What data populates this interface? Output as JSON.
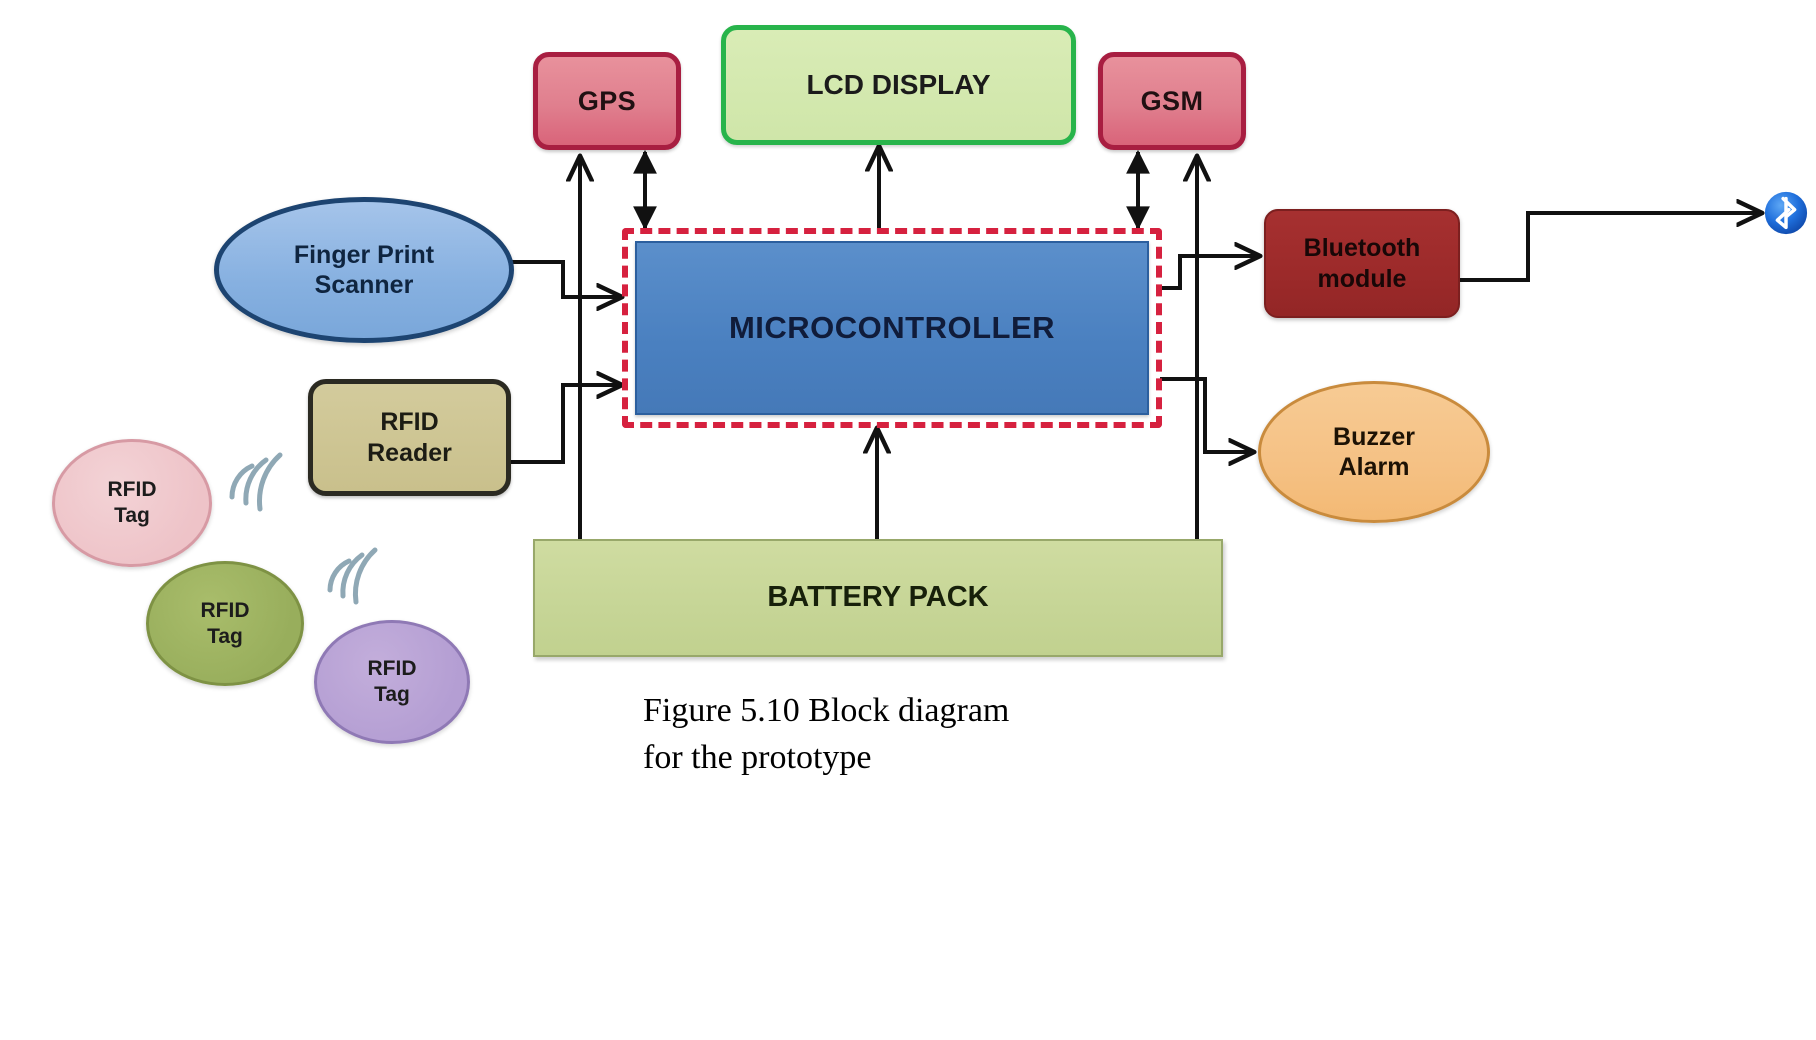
{
  "figure": {
    "caption": "Figure 5.10 Block diagram\nfor the prototype"
  },
  "blocks": {
    "gps": {
      "label": "GPS",
      "color": "#e07f8e",
      "border": "#a81e41"
    },
    "lcd": {
      "label": "LCD DISPLAY",
      "color": "#cfe6a9",
      "border": "#28b44b"
    },
    "gsm": {
      "label": "GSM",
      "color": "#e07f8e",
      "border": "#a81e41"
    },
    "microcontroller": {
      "label": "MICROCONTROLLER",
      "color": "#4a80c0",
      "border": "#d6213f"
    },
    "fingerprint_scanner": {
      "label": "Finger Print\nScanner",
      "line1": "Finger Print",
      "line2": "Scanner",
      "color": "#86b0e0",
      "border": "#1d4471"
    },
    "rfid_reader": {
      "label": "RFID\nReader",
      "line1": "RFID",
      "line2": "Reader",
      "color": "#c9c08c",
      "border": "#2b2a22"
    },
    "bluetooth_module": {
      "line1": "Bluetooth",
      "line2": "module",
      "color": "#9c2a2a",
      "border": "#7c1f1f"
    },
    "buzzer_alarm": {
      "line1": "Buzzer",
      "line2": "Alarm",
      "color": "#f5c184",
      "border": "#c98b3d"
    },
    "battery_pack": {
      "label": "BATTERY PACK",
      "color": "#c6d596",
      "border": "#98a86a"
    }
  },
  "tags": [
    {
      "line1": "RFID",
      "line2": "Tag",
      "color": "#eec3c8",
      "variant": "pink"
    },
    {
      "line1": "RFID",
      "line2": "Tag",
      "color": "#98ae5c",
      "variant": "green"
    },
    {
      "line1": "RFID",
      "line2": "Tag",
      "color": "#b49ed3",
      "variant": "purple"
    }
  ],
  "icons": {
    "bluetooth": "bluetooth-icon",
    "rf_wave_1": "rf-wave-icon",
    "rf_wave_2": "rf-wave-icon"
  },
  "colors": {
    "wire": "#111111",
    "mcu_dash": "#d6213f",
    "bluetooth_blue": "#1c68d4"
  }
}
